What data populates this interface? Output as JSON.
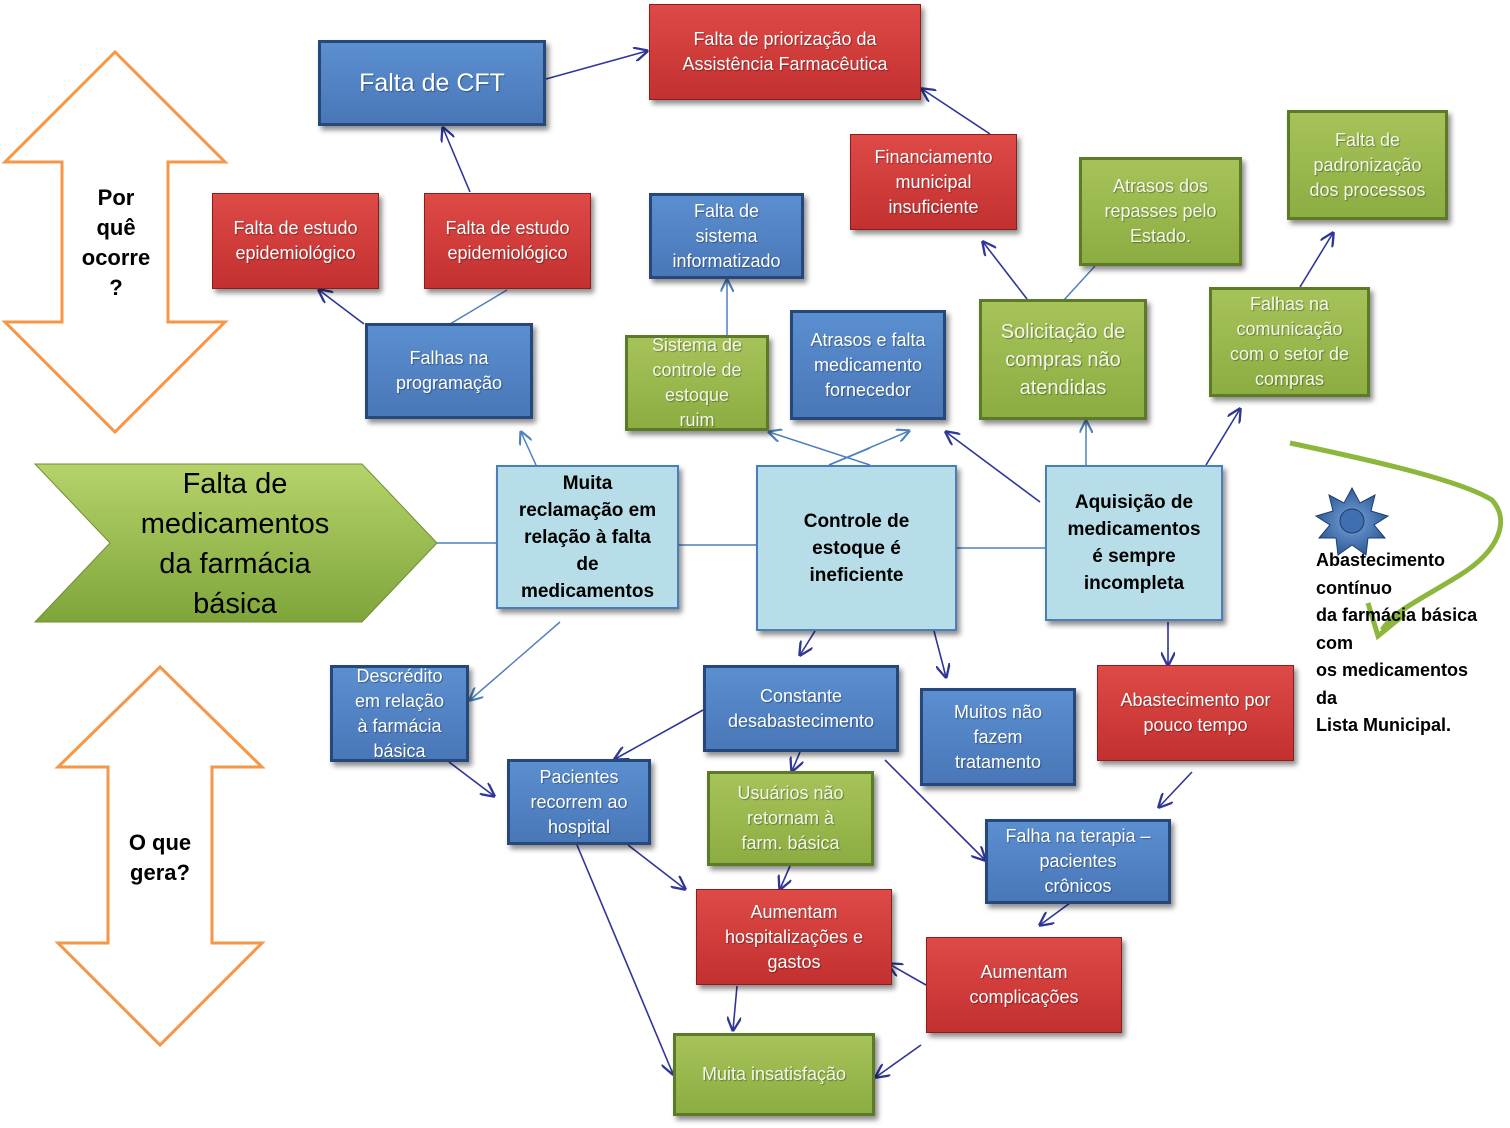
{
  "diagram": {
    "main_problem": "Falta de\nmedicamentos\nda farmácia\nbásica",
    "why_label": "Por\nquê\nocorre\n?",
    "what_label": "O que\ngera?",
    "goal": "Abastecimento\ncontínuo\nda farmácia básica\ncom\n os medicamentos\nda\nLista Municipal.",
    "central": {
      "complaints": "Muita\nreclamação em\nrelação à falta\nde\nmedicamentos",
      "stock_control": "Controle de\nestoque é\nineficiente",
      "acquisition": "Aquisição de\nmedicamentos\né sempre\nincompleta"
    },
    "causes": {
      "falta_cft": "Falta de CFT",
      "falta_priorizacao": "Falta de priorização da\nAssistência Farmacêutica",
      "estudo_1": "Falta de estudo\nepidemiológico",
      "estudo_2": "Falta de estudo\nepidemiológico",
      "falhas_programacao": "Falhas na\nprogramação",
      "sistema_informatizado": "Falta de\nsistema\ninformatizado",
      "sistema_ruim": "Sistema de\ncontrole de\nestoque\nruim",
      "atrasos_fornecedor": "Atrasos e falta\nmedicamento\nfornecedor",
      "financiamento": "Financiamento\nmunicipal\ninsuficiente",
      "solicitacao": "Solicitação de\ncompras não\natendidas",
      "atrasos_repasses": "Atrasos dos\nrepasses pelo\nEstado.",
      "padronizacao": "Falta de\npadronização\ndos processos",
      "falhas_comunicacao": "Falhas na\ncomunicação\ncom o setor de\ncompras"
    },
    "effects": {
      "descredito": "Descrédito\nem relação\nà farmácia\nbásica",
      "constante": "Constante\ndesabastecimento",
      "muitos_nao": "Muitos não\nfazem\ntratamento",
      "pouco_tempo": "Abastecimento por\npouco tempo",
      "pacientes_hospital": "Pacientes\nrecorrem ao\nhospital",
      "usuarios": "Usuários não\nretornam à\nfarm. básica",
      "falha_terapia": "Falha na terapia –\npacientes\ncrônicos",
      "aumentam_hosp": "Aumentam\nhospitalizações e\ngastos",
      "complicacoes": "Aumentam\ncomplicações",
      "insatisfacao": "Muita insatisfação"
    }
  },
  "colors": {
    "blue": "#4f81bd",
    "red": "#c0504d",
    "green": "#9bbb59",
    "light_blue": "#b7dee8",
    "arrow": "#2f3599",
    "orange": "#f79646"
  }
}
